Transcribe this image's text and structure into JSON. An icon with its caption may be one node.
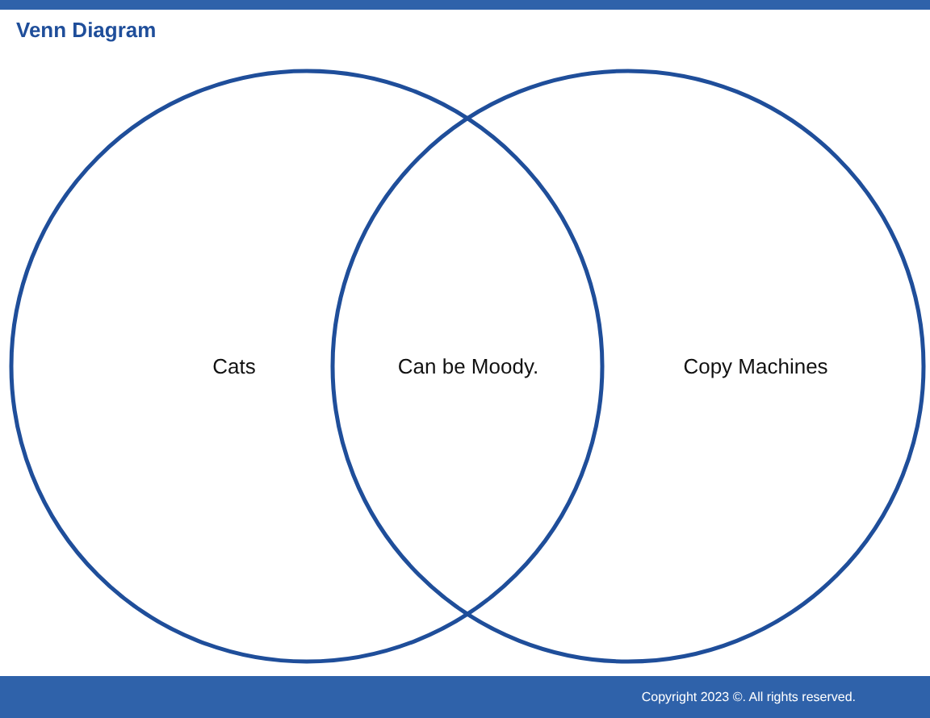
{
  "diagram": {
    "title": "Venn Diagram",
    "nodes": [
      {
        "text": [
          "Cats"
        ]
      },
      {
        "text": [
          "Copy Machines"
        ]
      }
    ],
    "labels": [
      "Can be Moody.",
      "Copyright 2023 ©. All rights reserved."
    ]
  }
}
